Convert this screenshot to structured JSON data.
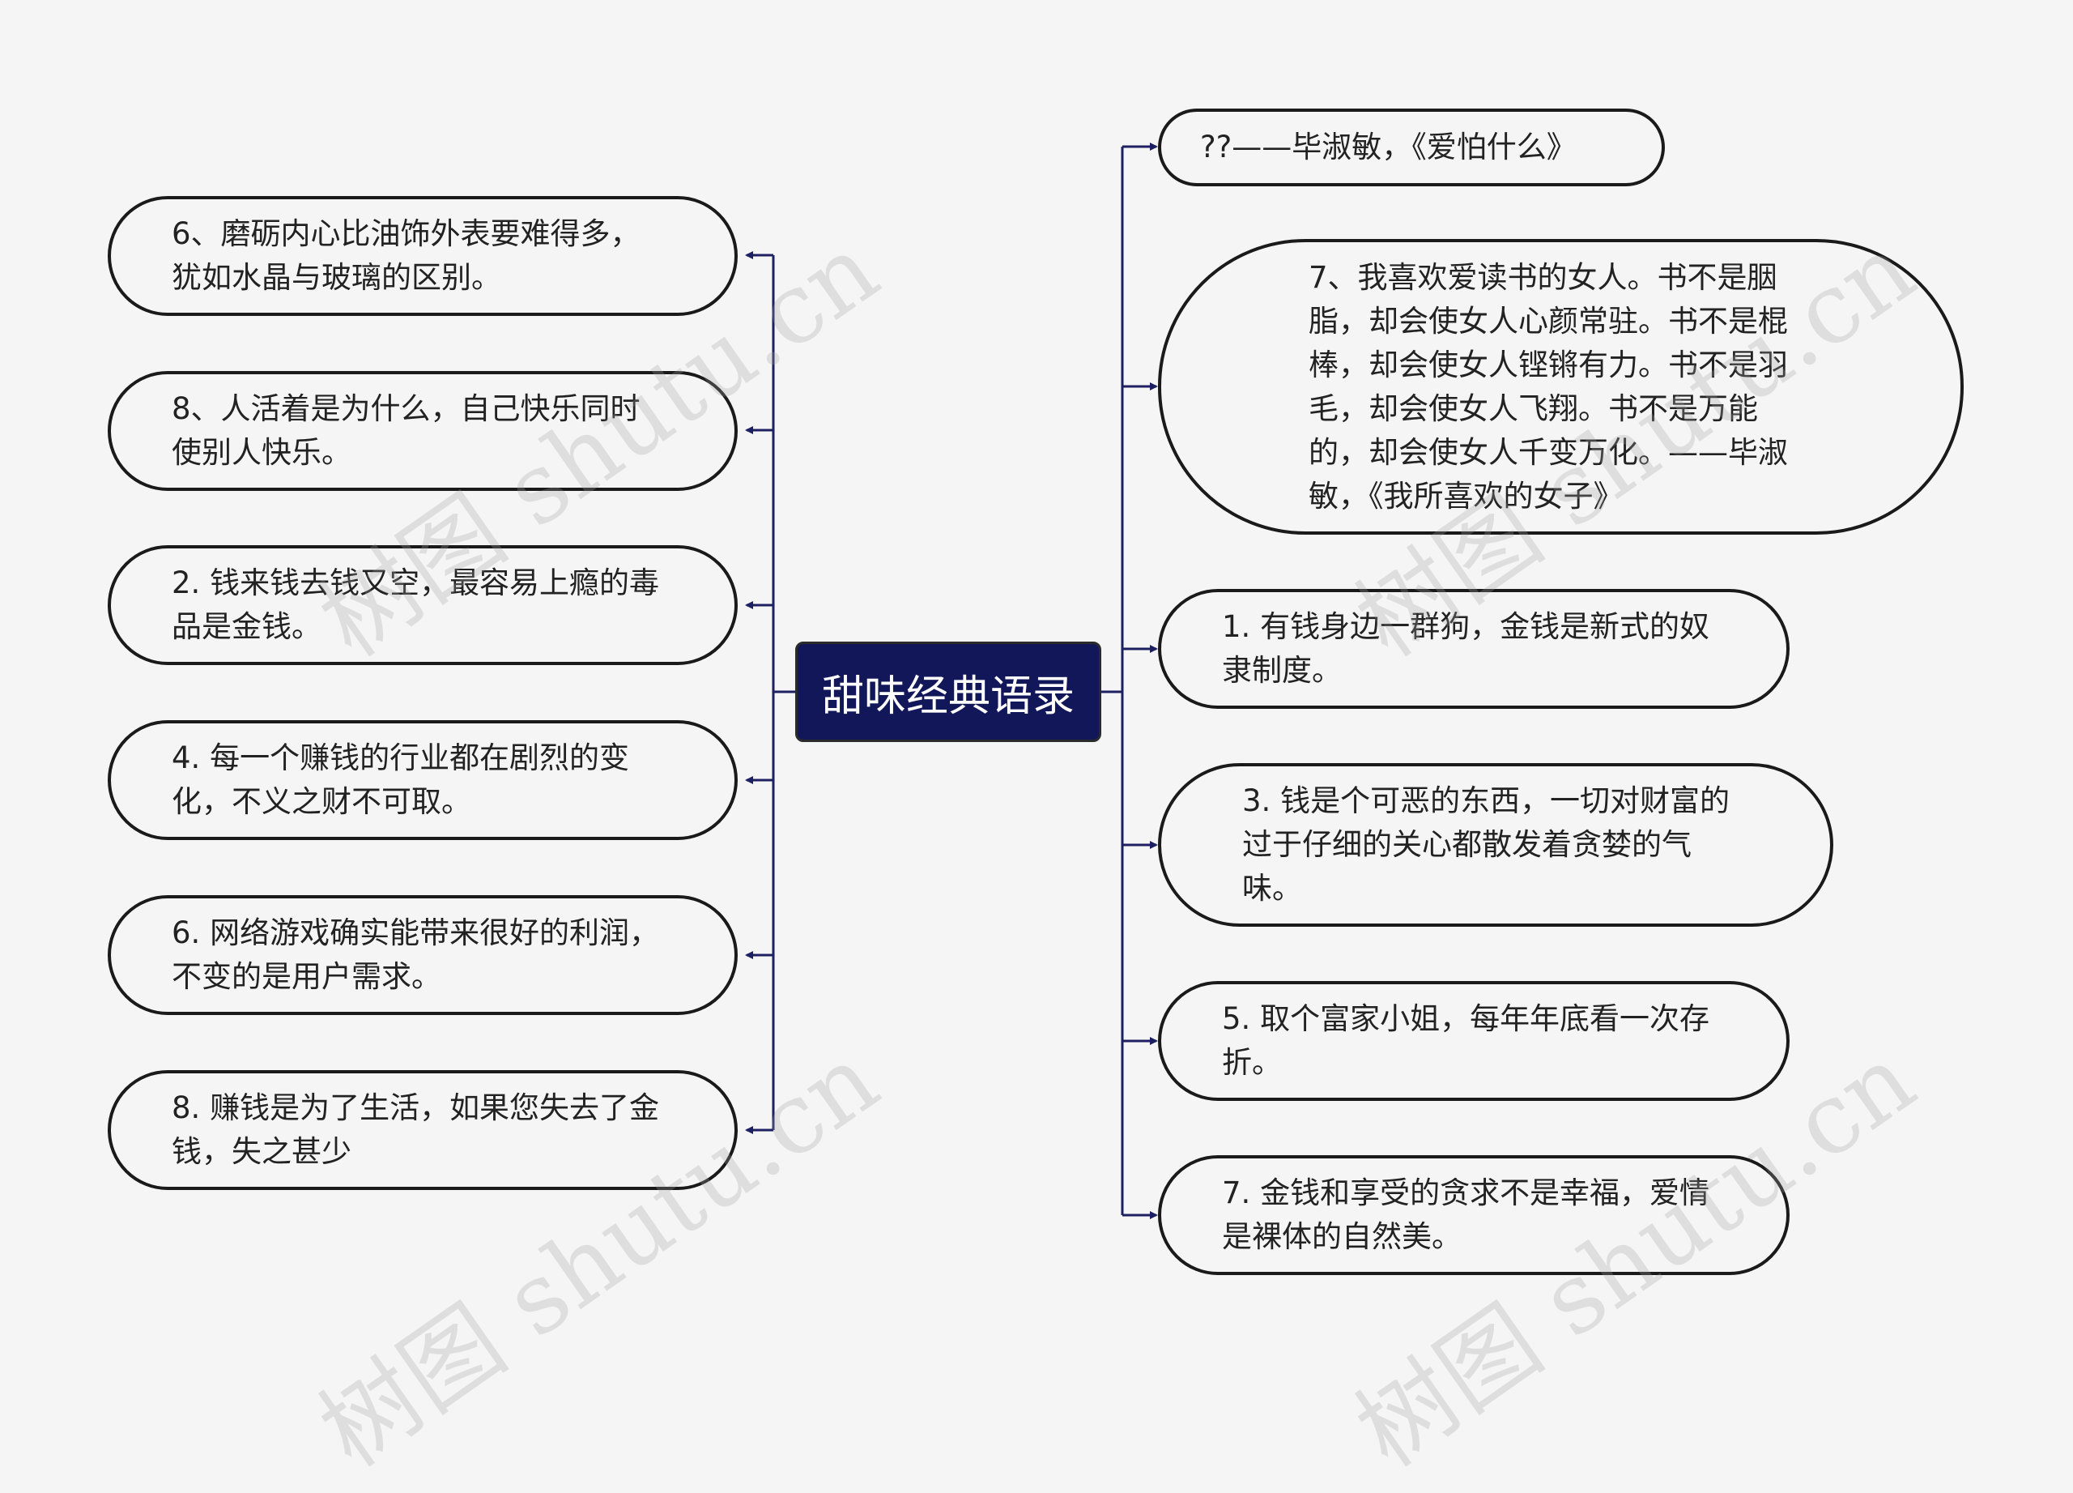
{
  "title": "甜味经典语录",
  "left_nodes": [
    "6、磨砺内心比油饰外表要难得多，犹如水晶与玻璃的区别。",
    "8、人活着是为什么，自己快乐同时使别人快乐。",
    "2. 钱来钱去钱又空，最容易上瘾的毒品是金钱。",
    "4. 每一个赚钱的行业都在剧烈的变化，不义之财不可取。",
    "6. 网络游戏确实能带来很好的利润，不变的是用户需求。",
    "8. 赚钱是为了生活，如果您失去了金钱，失之甚少"
  ],
  "right_nodes": [
    "??——毕淑敏，《爱怕什么》",
    "7、我喜欢爱读书的女人。书不是胭脂，却会使女人心颜常驻。书不是棍棒，却会使女人铿锵有力。书不是羽毛，却会使女人飞翔。书不是万能的，却会使女人千变万化。——毕淑敏，《我所喜欢的女子》",
    "1. 有钱身边一群狗，金钱是新式的奴隶制度。",
    "3. 钱是个可恶的东西，一切对财富的过于仔细的关心都散发着贪婪的气味。",
    "5. 取个富家小姐，每年年底看一次存折。",
    "7. 金钱和享受的贪求不是幸福，爱情是裸体的自然美。"
  ],
  "watermark": "树图 shutu.cn",
  "colors": {
    "center_bg": "#12175a",
    "connector": "#1c2060",
    "node_border": "#1a1a1a"
  }
}
